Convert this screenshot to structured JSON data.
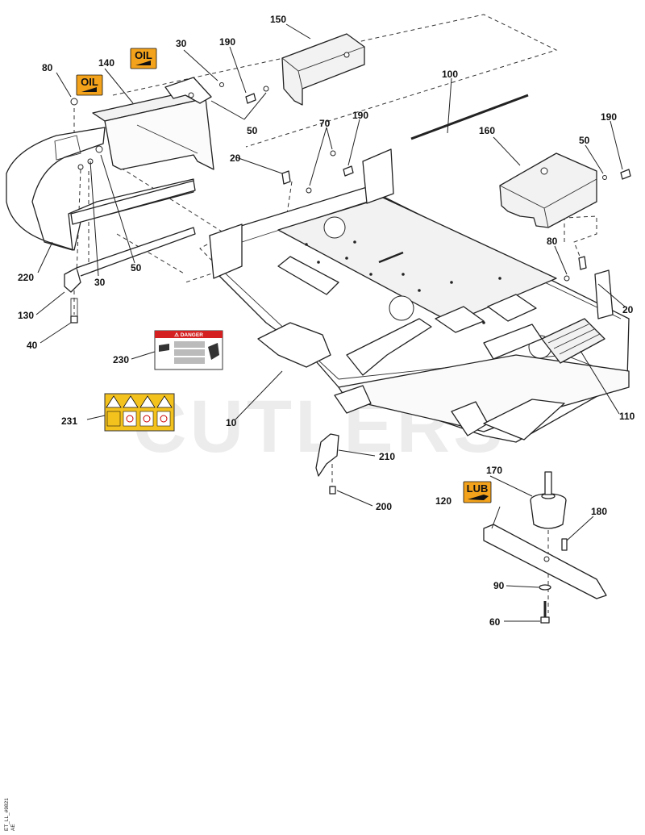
{
  "watermark": "CUTLERS",
  "drawing_code": "ET_LL_#9821",
  "drawing_code_sub": "AE",
  "badges": {
    "oil_left": "OIL",
    "oil_top": "OIL",
    "lub": "LUB"
  },
  "danger_decal": {
    "title": "⚠ DANGER"
  },
  "callouts": [
    {
      "id": "c-80-left",
      "text": "80"
    },
    {
      "id": "c-140",
      "text": "140"
    },
    {
      "id": "c-30-top",
      "text": "30"
    },
    {
      "id": "c-190-top",
      "text": "190"
    },
    {
      "id": "c-150",
      "text": "150"
    },
    {
      "id": "c-100",
      "text": "100"
    },
    {
      "id": "c-50-top",
      "text": "50"
    },
    {
      "id": "c-70",
      "text": "70"
    },
    {
      "id": "c-190-mid",
      "text": "190"
    },
    {
      "id": "c-20-left",
      "text": "20"
    },
    {
      "id": "c-160",
      "text": "160"
    },
    {
      "id": "c-190-right",
      "text": "190"
    },
    {
      "id": "c-50-right",
      "text": "50"
    },
    {
      "id": "c-220",
      "text": "220"
    },
    {
      "id": "c-30-bottom",
      "text": "30"
    },
    {
      "id": "c-50-left",
      "text": "50"
    },
    {
      "id": "c-80-right",
      "text": "80"
    },
    {
      "id": "c-20-right",
      "text": "20"
    },
    {
      "id": "c-130",
      "text": "130"
    },
    {
      "id": "c-40",
      "text": "40"
    },
    {
      "id": "c-230",
      "text": "230"
    },
    {
      "id": "c-231",
      "text": "231"
    },
    {
      "id": "c-10",
      "text": "10"
    },
    {
      "id": "c-110",
      "text": "110"
    },
    {
      "id": "c-210",
      "text": "210"
    },
    {
      "id": "c-170",
      "text": "170"
    },
    {
      "id": "c-200",
      "text": "200"
    },
    {
      "id": "c-120",
      "text": "120"
    },
    {
      "id": "c-180",
      "text": "180"
    },
    {
      "id": "c-90",
      "text": "90"
    },
    {
      "id": "c-60",
      "text": "60"
    }
  ]
}
